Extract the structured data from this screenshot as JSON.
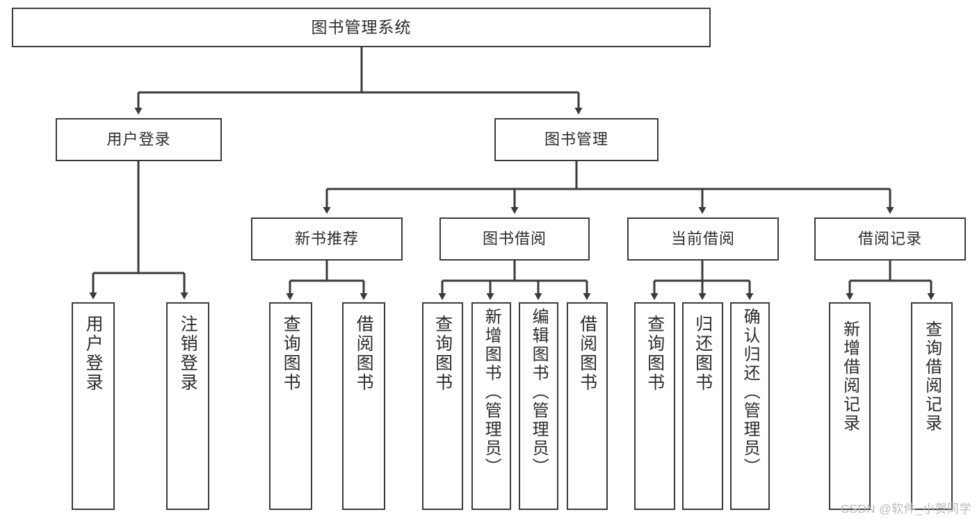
{
  "diagram": {
    "title": "图书管理系统",
    "watermark": "CSDN @软件_小贺同学",
    "stroke_color": "#3a3a3a",
    "text_color": "#2b2b2b",
    "background": "#ffffff",
    "watermark_color": "#b9b9b9"
  },
  "nodes": {
    "root": {
      "label": "图书管理系统"
    },
    "level2": [
      {
        "label": "用户登录"
      },
      {
        "label": "图书管理"
      }
    ],
    "level3": [
      {
        "label": "新书推荐"
      },
      {
        "label": "图书借阅"
      },
      {
        "label": "当前借阅"
      },
      {
        "label": "借阅记录"
      }
    ],
    "leaves": {
      "user_login": [
        {
          "label": "用户登录"
        },
        {
          "label": "注销登录"
        }
      ],
      "new_book": [
        {
          "label": "查询图书"
        },
        {
          "label": "借阅图书"
        }
      ],
      "book_borrow": [
        {
          "label": "查询图书"
        },
        {
          "label": "新增图书（管理员）"
        },
        {
          "label": "编辑图书（管理员）"
        },
        {
          "label": "借阅图书"
        }
      ],
      "current_borrow": [
        {
          "label": "查询图书"
        },
        {
          "label": "归还图书"
        },
        {
          "label": "确认归还（管理员）"
        }
      ],
      "borrow_record": [
        {
          "label": "新增借阅记录"
        },
        {
          "label": "查询借阅记录"
        }
      ]
    }
  },
  "tree_structure": {
    "type": "hierarchy",
    "root": "图书管理系统",
    "edges": [
      [
        "图书管理系统",
        "用户登录"
      ],
      [
        "图书管理系统",
        "图书管理"
      ],
      [
        "用户登录",
        "用户登录"
      ],
      [
        "用户登录",
        "注销登录"
      ],
      [
        "图书管理",
        "新书推荐"
      ],
      [
        "图书管理",
        "图书借阅"
      ],
      [
        "图书管理",
        "当前借阅"
      ],
      [
        "图书管理",
        "借阅记录"
      ],
      [
        "新书推荐",
        "查询图书"
      ],
      [
        "新书推荐",
        "借阅图书"
      ],
      [
        "图书借阅",
        "查询图书"
      ],
      [
        "图书借阅",
        "新增图书（管理员）"
      ],
      [
        "图书借阅",
        "编辑图书（管理员）"
      ],
      [
        "图书借阅",
        "借阅图书"
      ],
      [
        "当前借阅",
        "查询图书"
      ],
      [
        "当前借阅",
        "归还图书"
      ],
      [
        "当前借阅",
        "确认归还（管理员）"
      ],
      [
        "借阅记录",
        "新增借阅记录"
      ],
      [
        "借阅记录",
        "查询借阅记录"
      ]
    ]
  }
}
